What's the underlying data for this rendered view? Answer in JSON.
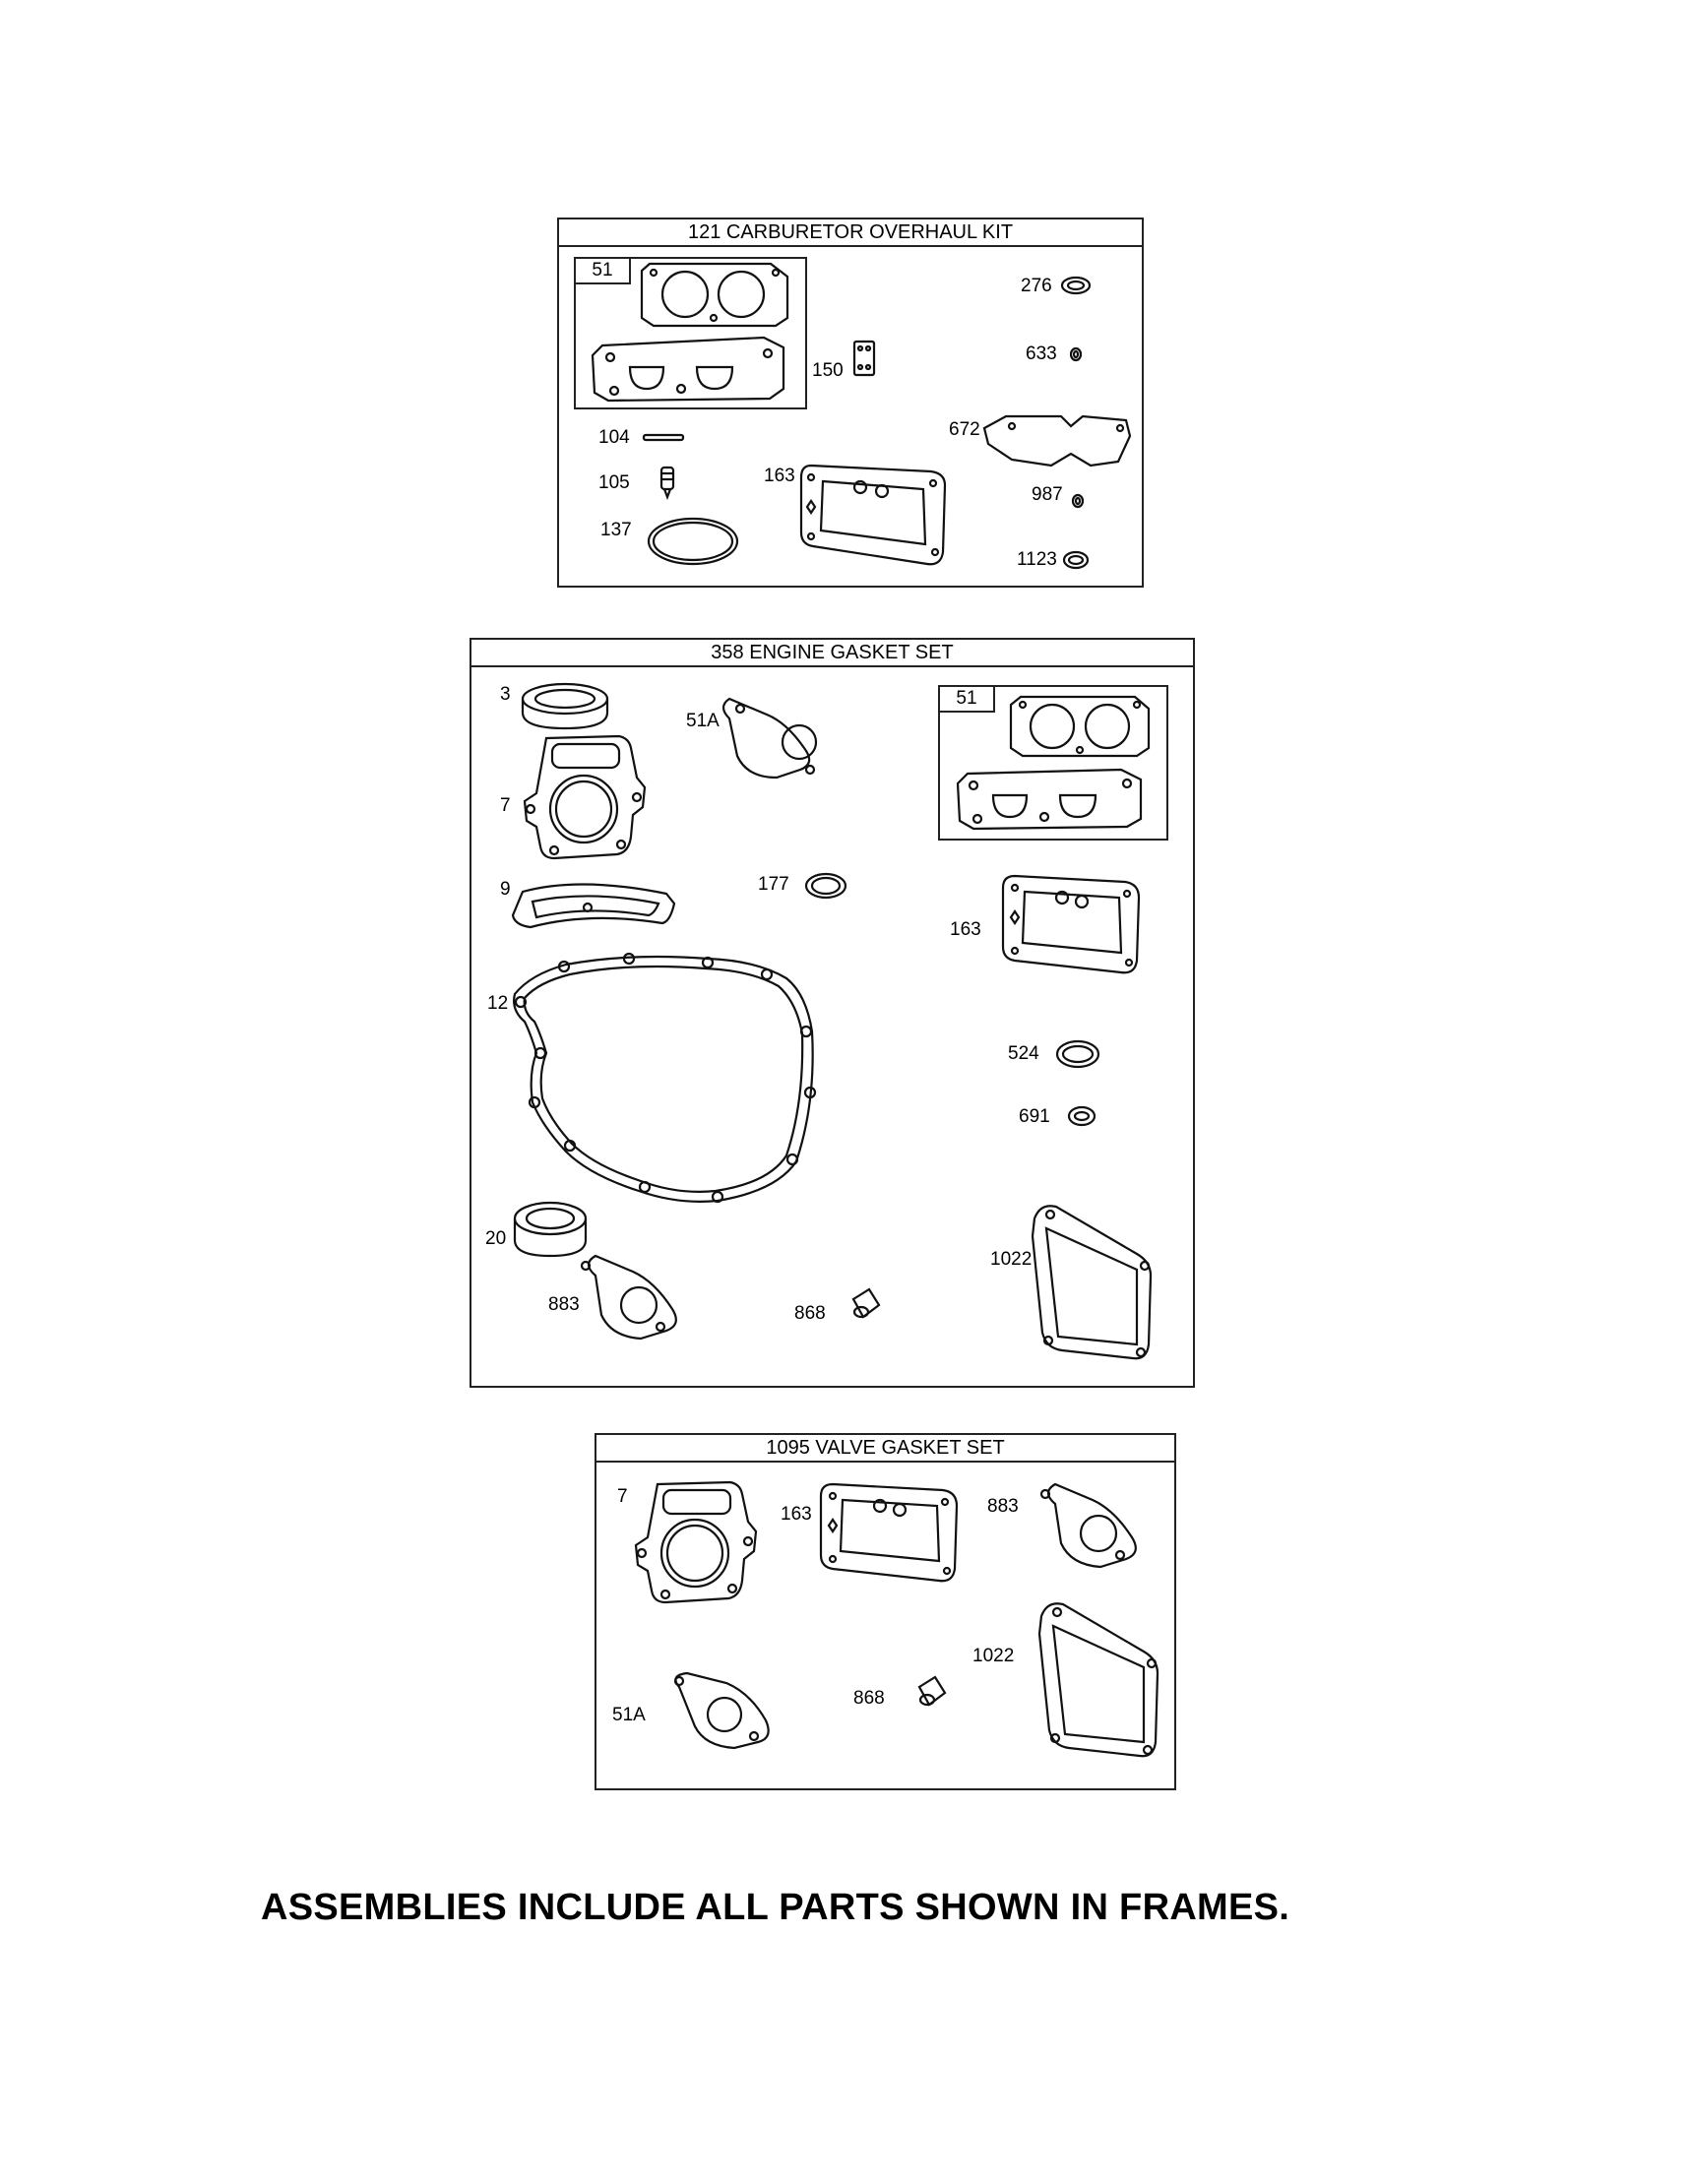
{
  "frames": {
    "carb": {
      "title": "121 CARBURETOR OVERHAUL KIT",
      "subframe_tag": "51",
      "labels": {
        "p150": "150",
        "p104": "104",
        "p105": "105",
        "p137": "137",
        "p163": "163",
        "p276": "276",
        "p633": "633",
        "p672": "672",
        "p987": "987",
        "p1123": "1123"
      }
    },
    "engine": {
      "title": "358 ENGINE GASKET SET",
      "subframe_tag": "51",
      "labels": {
        "p3": "3",
        "p51a": "51A",
        "p7": "7",
        "p9": "9",
        "p177": "177",
        "p163": "163",
        "p12": "12",
        "p524": "524",
        "p691": "691",
        "p20": "20",
        "p883": "883",
        "p868": "868",
        "p1022": "1022"
      }
    },
    "valve": {
      "title": "1095 VALVE GASKET SET",
      "labels": {
        "p7": "7",
        "p163": "163",
        "p883": "883",
        "p1022": "1022",
        "p51a": "51A",
        "p868": "868"
      }
    }
  },
  "footer": {
    "note": "ASSEMBLIES INCLUDE ALL PARTS SHOWN IN FRAMES."
  }
}
